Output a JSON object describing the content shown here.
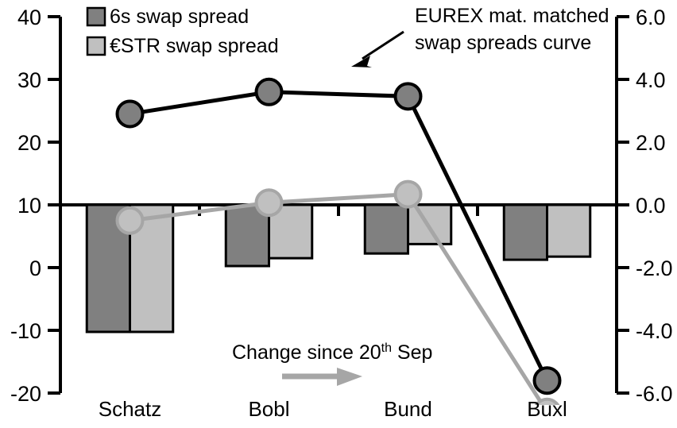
{
  "chart_data": {
    "type": "bar",
    "title": "",
    "xlabel": "",
    "categories": [
      "Schatz",
      "Bobl",
      "Bund",
      "Buxl"
    ],
    "grid": false,
    "legend_position": "top-left",
    "left_axis": {
      "label": "",
      "ylim": [
        -20,
        40
      ],
      "ticks": [
        40,
        30,
        20,
        10,
        0,
        -10,
        -20
      ],
      "tick_labels": [
        "40",
        "30",
        "20",
        "10",
        "0",
        "-10",
        "-20"
      ]
    },
    "right_axis": {
      "label": "",
      "ylim": [
        -6.0,
        6.0
      ],
      "ticks": [
        6.0,
        4.0,
        2.0,
        0.0,
        -2.0,
        -4.0,
        -6.0
      ],
      "tick_labels": [
        "6.0",
        "4.0",
        "2.0",
        "0.0",
        "-2.0",
        "-4.0",
        "-6.0"
      ]
    },
    "zero_line_value": 0.0,
    "series": [
      {
        "name": "6s swap spread",
        "kind": "bar",
        "axis": "right",
        "color": "#808080",
        "values": [
          -4.05,
          -1.95,
          -1.55,
          -1.75
        ]
      },
      {
        "name": "€STR swap spread",
        "kind": "bar",
        "axis": "right",
        "color": "#c0c0c0",
        "values": [
          -4.05,
          -1.7,
          -1.25,
          -1.65
        ]
      },
      {
        "name": "EUREX mat. matched swap spreads curve",
        "kind": "line",
        "axis": "left",
        "color": "#000000",
        "marker_fill": "#808080",
        "values": [
          24.5,
          28.0,
          27.3,
          -18.0
        ]
      },
      {
        "name": "Change since 20th Sep",
        "kind": "line",
        "axis": "right",
        "color": "#a6a6a6",
        "marker_fill": "#c0c0c0",
        "values": [
          -0.5,
          0.07,
          0.34,
          -6.6
        ]
      }
    ]
  },
  "legend": {
    "items": [
      {
        "label": "6s swap spread",
        "color": "#808080"
      },
      {
        "label": "€STR swap spread",
        "color": "#c0c0c0"
      }
    ]
  },
  "annotations": {
    "curve_callout": {
      "line1": "EUREX mat. matched",
      "line2": "swap spreads curve"
    },
    "change_note": {
      "prefix": "Change since 20",
      "superscript": "th",
      "suffix": " Sep"
    }
  },
  "colors": {
    "dark_gray": "#808080",
    "light_gray": "#c0c0c0",
    "line_black": "#000000",
    "line_gray": "#a6a6a6",
    "axis": "#000000",
    "background": "#ffffff"
  }
}
